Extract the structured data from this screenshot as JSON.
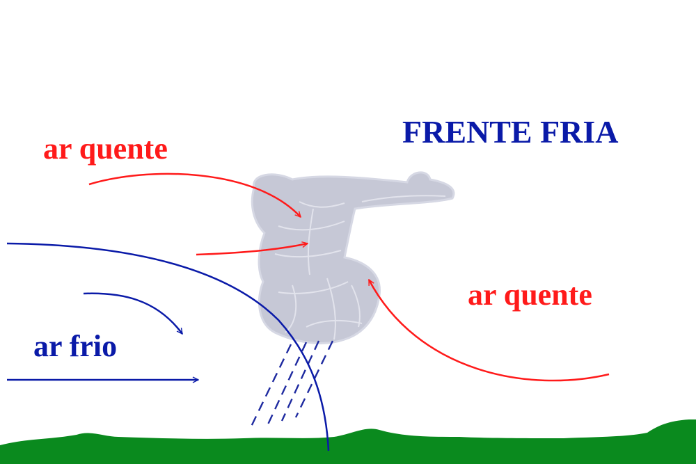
{
  "title": "FRENTE FRIA",
  "labels": {
    "warm_air_left": "ar quente",
    "warm_air_right": "ar quente",
    "cold_air": "ar frio"
  },
  "colors": {
    "warm": "#ff1a1a",
    "cold": "#0a1aa8",
    "cloud": "#c6c8d6",
    "cloud_outline": "#e2e3ec",
    "ground": "#0a8a1e",
    "rain": "#1e2aa0",
    "background": "#ffffff"
  }
}
